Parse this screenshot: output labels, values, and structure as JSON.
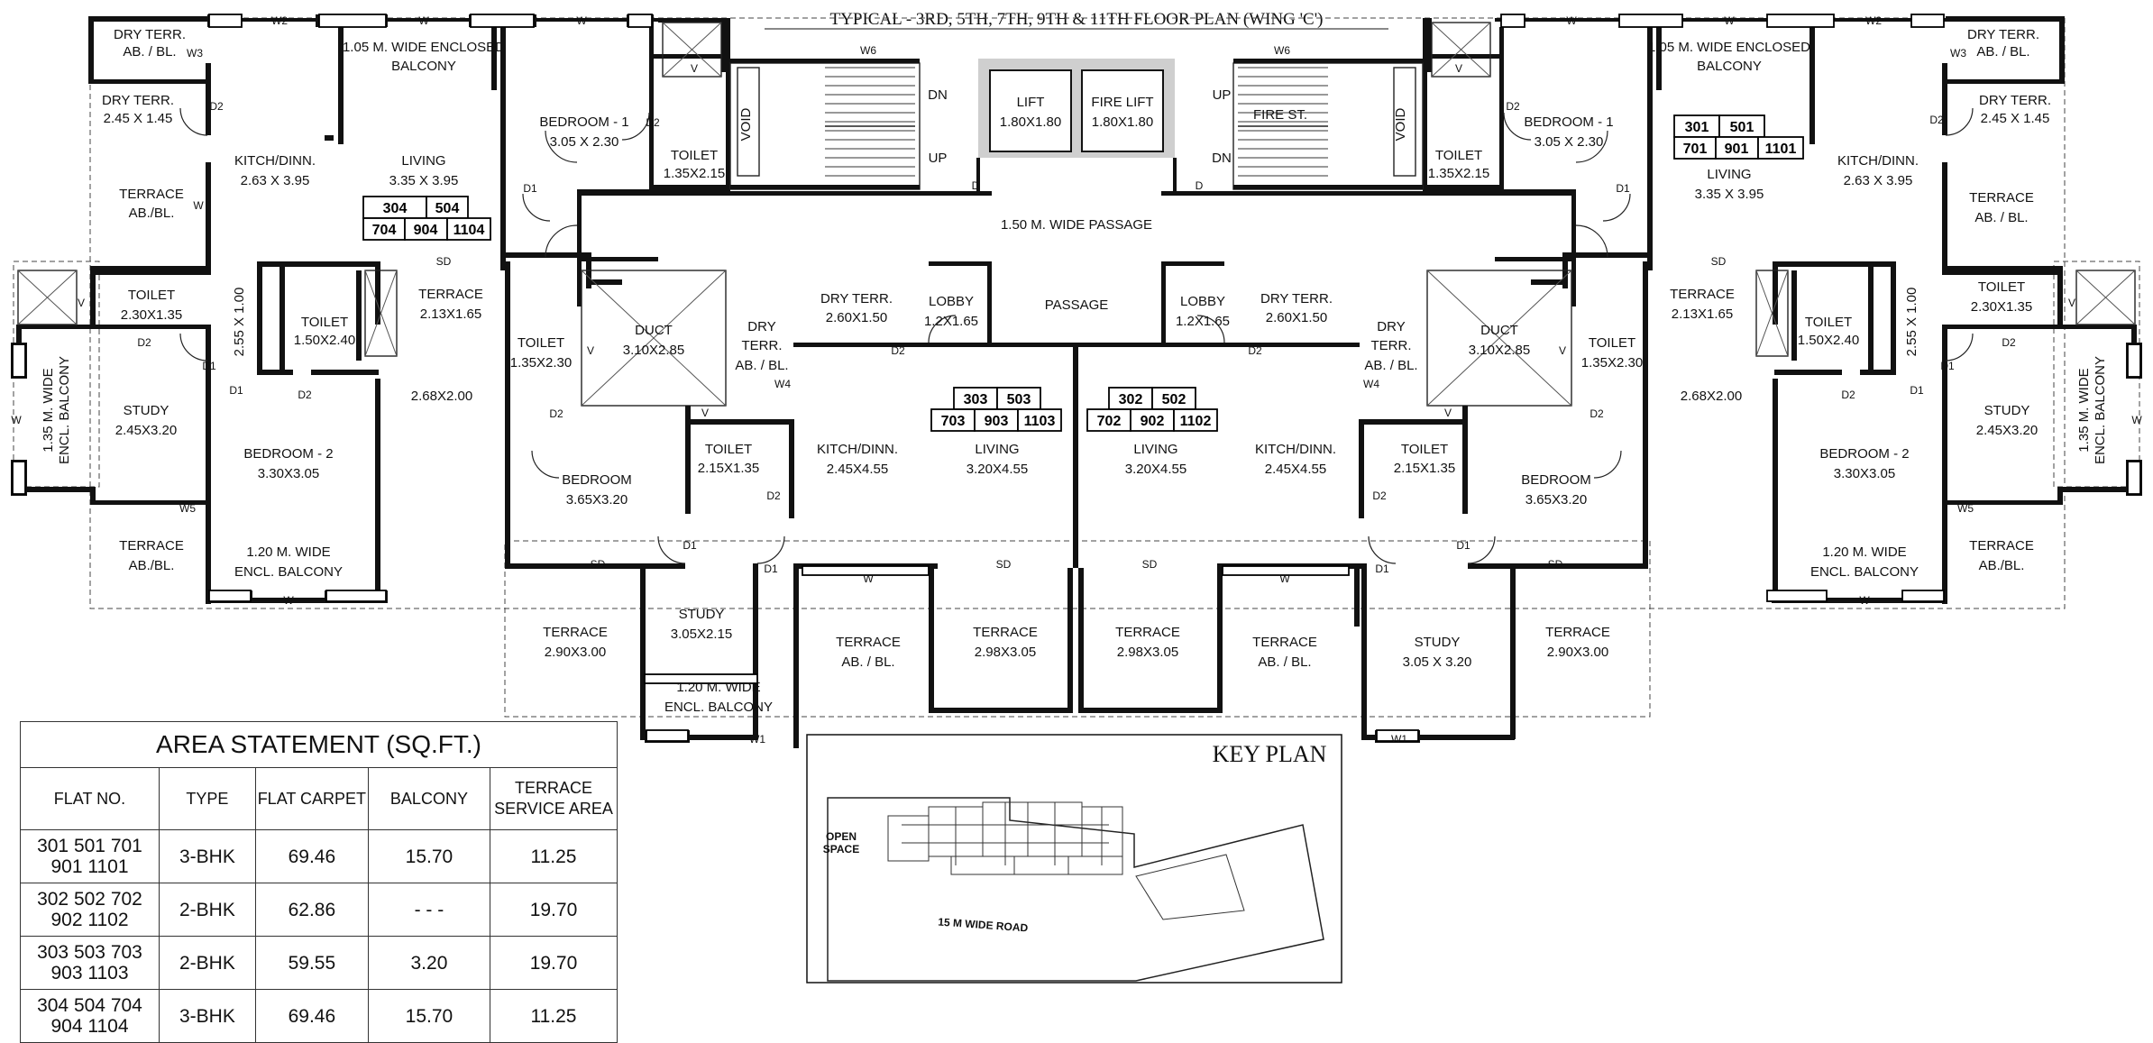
{
  "title": "TYPICAL - 3RD, 5TH, 7TH, 9TH & 11TH  FLOOR  PLAN  (WING 'C')",
  "core": {
    "lift": "LIFT",
    "lift_size": "1.80X1.80",
    "fire_lift": "FIRE LIFT",
    "fire_lift_size": "1.80X1.80",
    "fire_stair": "FIRE ST.",
    "passage_wide": "1.50 M. WIDE PASSAGE",
    "passage": "PASSAGE",
    "void": "VOID",
    "up": "UP",
    "dn": "DN",
    "w6": "W6",
    "d": "D"
  },
  "flat_numbers": {
    "nw": [
      "304",
      "504",
      "704",
      "904",
      "1104"
    ],
    "ne": [
      "301",
      "501",
      "701",
      "901",
      "1101"
    ],
    "sw": [
      "303",
      "503",
      "703",
      "903",
      "1103"
    ],
    "se": [
      "302",
      "502",
      "702",
      "902",
      "1102"
    ]
  },
  "rooms": {
    "dry_terr_ab": "DRY TERR.",
    "ab_bl": "AB. / BL.",
    "dry_terr": "DRY TERR.",
    "dry_terr_size": "2.45 X 1.45",
    "enclosed_balcony_1": "1.05 M. WIDE ENCLOSED",
    "enclosed_balcony_2": "BALCONY",
    "kitch": "KITCH/DINN.",
    "kitch_size": "2.63 X 3.95",
    "living": "LIVING",
    "living_size": "3.35 X 3.95",
    "bedroom1": "BEDROOM - 1",
    "bedroom1_size": "3.05 X 2.30",
    "toilet": "TOILET",
    "toilet_135": "1.35X2.15",
    "terrace": "TERRACE",
    "terrace_abbl": "AB./BL.",
    "terrace_ab_bl": "AB. / BL.",
    "toilet_230": "2.30X1.35",
    "toilet_150": "1.50X2.40",
    "terrace_213": "2.13X1.65",
    "size_268": "2.68X2.00",
    "size_255": "2.55 X 1.00",
    "study": "STUDY",
    "study_size": "2.45X3.20",
    "encl_135_1": "1.35 M. WIDE",
    "encl_135_2": "ENCL. BALCONY",
    "bedroom2": "BEDROOM - 2",
    "bedroom2_size": "3.30X3.05",
    "encl_120_1": "1.20 M. WIDE",
    "encl_120_2": "ENCL. BALCONY",
    "toilet_1352": "1.35X2.30",
    "duct": "DUCT",
    "duct_size": "3.10X2.85",
    "dry": "DRY",
    "terr": "TERR.",
    "dry_ab_bl": "AB. / BL.",
    "dry_260": "2.60X1.50",
    "lobby": "LOBBY",
    "lobby_size": "1.2X1.65",
    "bedroom": "BEDROOM",
    "bedroom_size": "3.65X3.20",
    "toilet_215": "2.15X1.35",
    "kitch_245": "2.45X4.55",
    "living_320": "3.20X4.55",
    "terrace_290": "2.90X3.00",
    "study_305": "3.05X2.15",
    "study_305b": "3.05 X 3.20",
    "terrace_298": "2.98X3.05",
    "sd": "SD",
    "d1": "D1",
    "d2": "D2",
    "w": "W",
    "w1": "W1",
    "w2": "W2",
    "w3": "W3",
    "w4": "W4",
    "w5": "W5",
    "v": "V"
  },
  "area_statement": {
    "caption": "AREA STATEMENT (SQ.FT.)",
    "headers": [
      "FLAT NO.",
      "TYPE",
      "FLAT CARPET",
      "BALCONY",
      "TERRACE SERVICE AREA"
    ],
    "rows": [
      {
        "flat": "301 501 701 901  1101",
        "type": "3-BHK",
        "carpet": "69.46",
        "balcony": "15.70",
        "terrace": "11.25"
      },
      {
        "flat": "302 502 702 902  1102",
        "type": "2-BHK",
        "carpet": "62.86",
        "balcony": "- - -",
        "terrace": "19.70"
      },
      {
        "flat": "303 503 703 903  1103",
        "type": "2-BHK",
        "carpet": "59.55",
        "balcony": "3.20",
        "terrace": "19.70"
      },
      {
        "flat": "304 504 704 904  1104",
        "type": "3-BHK",
        "carpet": "69.46",
        "balcony": "15.70",
        "terrace": "11.25"
      }
    ]
  },
  "key_plan": {
    "title": "KEY PLAN",
    "open_space_1": "OPEN",
    "open_space_2": "SPACE",
    "road": "15 M WIDE ROAD"
  }
}
